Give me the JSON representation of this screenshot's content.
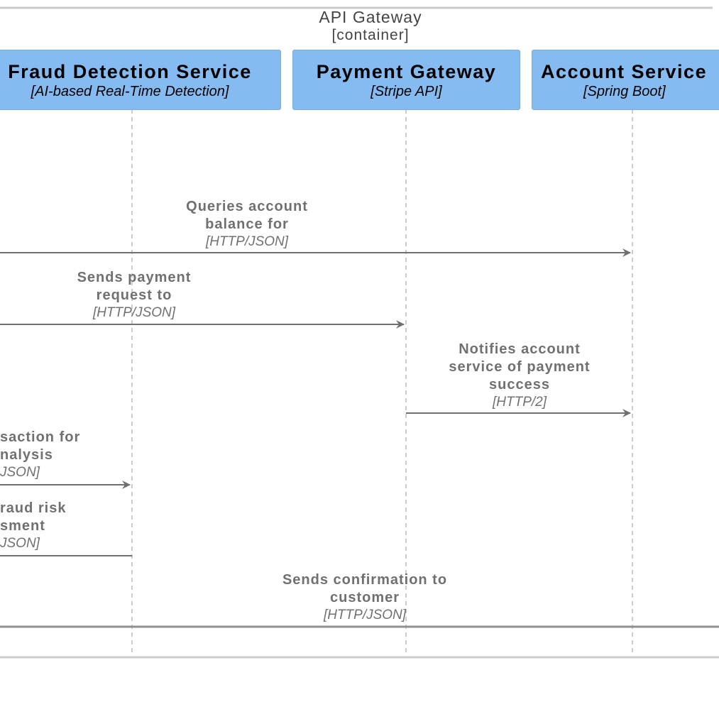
{
  "boundary": {
    "name": "API Gateway",
    "type": "[container]"
  },
  "participants": [
    {
      "id": "fraud",
      "name": "Fraud Detection Service",
      "tech": "[AI-based Real-Time Detection]"
    },
    {
      "id": "payment",
      "name": "Payment Gateway",
      "tech": "[Stripe API]"
    },
    {
      "id": "account",
      "name": "Account Service",
      "tech": "[Spring Boot]"
    }
  ],
  "messages": [
    {
      "label": [
        "Queries account",
        "balance for"
      ],
      "tech": "[HTTP/JSON]"
    },
    {
      "label": [
        "Sends payment",
        "request to"
      ],
      "tech": "[HTTP/JSON]"
    },
    {
      "label": [
        "Notifies account",
        "service of payment",
        "success"
      ],
      "tech": "[HTTP/2]"
    },
    {
      "label": [
        "saction for",
        "nalysis"
      ],
      "tech": "JSON]"
    },
    {
      "label": [
        "raud risk",
        "sment"
      ],
      "tech": "JSON]"
    },
    {
      "label": [
        "Sends confirmation to",
        "customer"
      ],
      "tech": "[HTTP/JSON]"
    }
  ],
  "colors": {
    "box_fill": "#85bbf0",
    "line": "#707070",
    "boundary": "#cccccc"
  }
}
